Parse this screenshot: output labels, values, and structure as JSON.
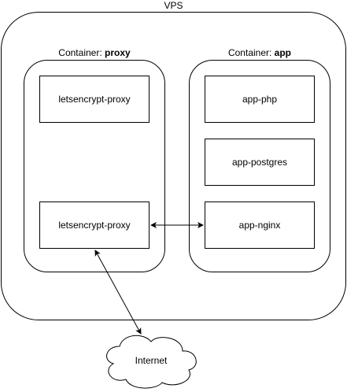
{
  "vps": {
    "label": "VPS"
  },
  "containers": {
    "proxy": {
      "prefix": "Container: ",
      "name": "proxy",
      "nodes": [
        "letsencrypt-proxy",
        "letsencrypt-proxy"
      ]
    },
    "app": {
      "prefix": "Container: ",
      "name": "app",
      "nodes": [
        "app-php",
        "app-postgres",
        "app-nginx"
      ]
    }
  },
  "internet": {
    "label": "Internet"
  }
}
